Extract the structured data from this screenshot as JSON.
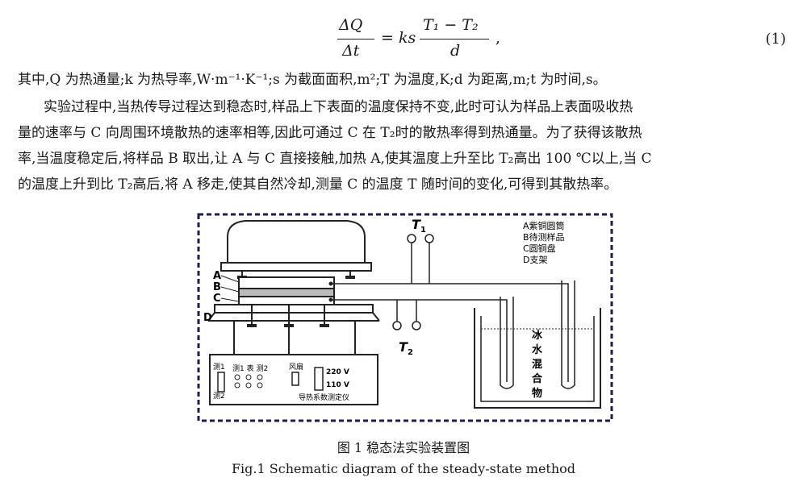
{
  "equation": {
    "lhs_num": "ΔQ",
    "lhs_den": "Δt",
    "eq_k": "= ks",
    "rhs_num": "T₁ − T₂",
    "rhs_den": "d",
    "comma": ",",
    "number": "(1)"
  },
  "paragraphs": [
    "其中,Q 为热通量;k 为热导率,W·m⁻¹·K⁻¹;s 为截面面积,m²;T 为温度,K;d 为距离,m;t 为时间,s。",
    "实验过程中,当热传导过程达到稳态时,样品上下表面的温度保持不变,此时可认为样品上表面吸收热",
    "量的速率与 C 向周围环境散热的速率相等,因此可通过 C 在 T₂时的散热率得到热通量。为了获得该散热",
    "率,当温度稳定后,将样品 B 取出,让 A 与 C 直接接触,加热 A,使其温度上升至比 T₂高出 100 ℃以上,当 C",
    "的温度上升到比 T₂高后,将 A 移走,使其自然冷却,测量 C 的温度 T 随时间的变化,可得到其散热率。"
  ],
  "figure": {
    "legend": [
      "A紫铜圆筒",
      "B待测样品",
      "C圆铜盘",
      "D支架"
    ],
    "labels": {
      "a": "A",
      "b": "B",
      "c": "C",
      "d": "D",
      "t1": "T",
      "t1_sub": "1",
      "t2": "T",
      "t2_sub": "2"
    },
    "ice_water": [
      "冰",
      "水",
      "混",
      "合",
      "物"
    ],
    "panel": {
      "ce1": "测1",
      "ce2": "测2",
      "meter": "测1 表 测2",
      "fan": "风扇",
      "v220": "220 V",
      "v110": "110 V",
      "instrument": "导热系数测定仪"
    }
  },
  "caption_cn": "图 1    稳态法实验装置图",
  "caption_en": "Fig.1    Schematic diagram of the steady-state method"
}
